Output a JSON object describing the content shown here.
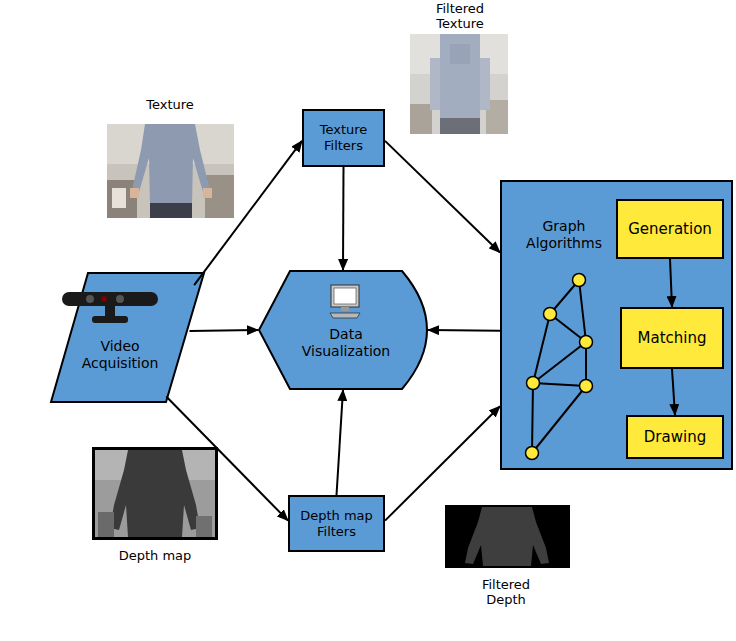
{
  "diagram": {
    "nodes": [
      {
        "text": [
          "Video Acquisition"
        ]
      },
      {
        "text": [
          "Texture Filters"
        ]
      },
      {
        "text": [
          "Data Visualization"
        ]
      },
      {
        "text": [
          "Depth map Filters"
        ]
      },
      {
        "text": [
          "Graph Algorithms"
        ]
      },
      {
        "text": [
          "Generation"
        ],
        "in": 4
      },
      {
        "text": [
          "Matching"
        ],
        "in": 4
      },
      {
        "text": [
          "Drawing"
        ],
        "in": 4
      }
    ],
    "edges": [
      {
        "from": 0,
        "to": 1,
        "arrow": "to"
      },
      {
        "from": 0,
        "to": 2,
        "arrow": "to"
      },
      {
        "from": 0,
        "to": 3,
        "arrow": "to"
      },
      {
        "from": 1,
        "to": 2,
        "arrow": "to"
      },
      {
        "from": 1,
        "to": 4,
        "arrow": "to"
      },
      {
        "from": 3,
        "to": 2,
        "arrow": "to"
      },
      {
        "from": 3,
        "to": 4,
        "arrow": "to"
      },
      {
        "from": 4,
        "to": 2,
        "arrow": "to"
      },
      {
        "from": 5,
        "to": 6,
        "arrow": "to"
      },
      {
        "from": 6,
        "to": 7,
        "arrow": "to"
      }
    ],
    "labels": [
      "Texture",
      "Filtered Texture",
      "Depth map",
      "Filtered Depth"
    ]
  }
}
